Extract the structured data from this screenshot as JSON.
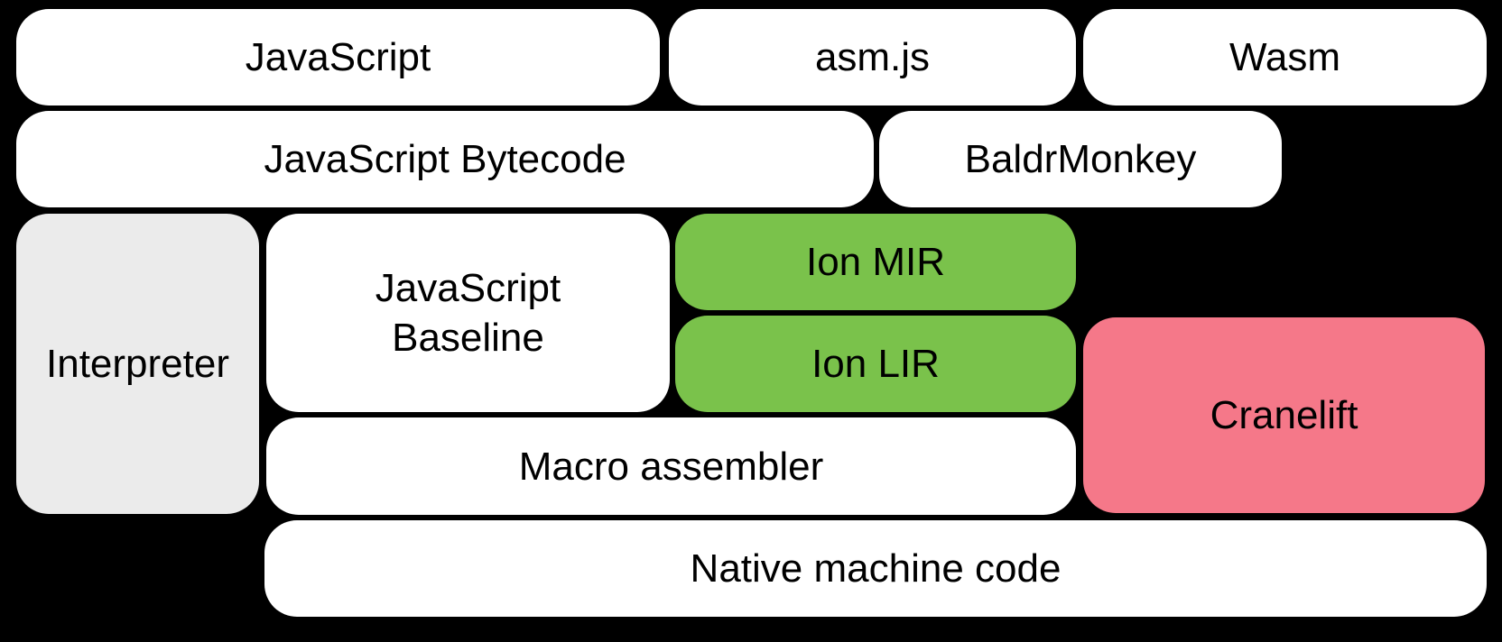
{
  "colors": {
    "background": "#000000",
    "node_default": "#FFFFFF",
    "node_interpreter": "#EBEBEB",
    "node_ion_green": "#7AC24B",
    "node_cranelift_pink": "#F57889",
    "text": "#000000"
  },
  "nodes": {
    "javascript": {
      "label": "JavaScript"
    },
    "asmjs": {
      "label": "asm.js"
    },
    "wasm": {
      "label": "Wasm"
    },
    "bytecode": {
      "label": "JavaScript Bytecode"
    },
    "baldrmonkey": {
      "label": "BaldrMonkey"
    },
    "interpreter": {
      "label": "Interpreter"
    },
    "baseline": {
      "label": "JavaScript\nBaseline"
    },
    "ion_mir": {
      "label": "Ion MIR"
    },
    "ion_lir": {
      "label": "Ion LIR"
    },
    "cranelift": {
      "label": "Cranelift"
    },
    "macro_assembler": {
      "label": "Macro assembler"
    },
    "native": {
      "label": "Native machine code"
    }
  }
}
